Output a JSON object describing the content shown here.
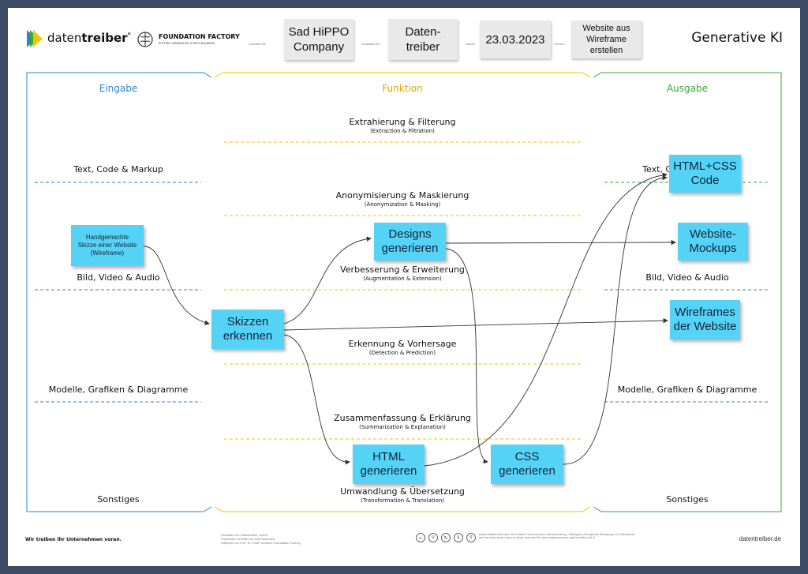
{
  "header": {
    "brand": "datentreiber",
    "brand_prefix": "daten",
    "brand_suffix": "treiber",
    "brand_mark": "*",
    "foundation_title": "FOUNDATION FACTORY",
    "foundation_sub": "PUTTING GENERATIVE AI INTO BUSINESS",
    "gestaltet_fuer_label": "Gestaltet für",
    "gestaltet_fuer": "Sad HiPPO\nCompany",
    "gestaltet_von_label": "Gestaltet von",
    "gestaltet_von": "Daten-\ntreiber",
    "datum_label": "Datum",
    "datum": "23.03.2023",
    "version_label": "Version",
    "version": "Website aus\nWireframe\nerstellen",
    "title": "Generative KI"
  },
  "columns": {
    "eingabe": "Eingabe",
    "funktion": "Funktion",
    "ausgabe": "Ausgabe"
  },
  "categories": {
    "text": "Text, Code & Markup",
    "bild": "Bild, Video & Audio",
    "modelle": "Modelle, Grafiken & Diagramme",
    "sonstiges": "Sonstiges"
  },
  "functions": [
    {
      "title": "Extrahierung & Filterung",
      "sub": "(Extraction & Filtration)"
    },
    {
      "title": "Anonymisierung & Maskierung",
      "sub": "(Anonymization & Masking)"
    },
    {
      "title": "Verbesserung & Erweiterung",
      "sub": "(Augmentation & Extension)"
    },
    {
      "title": "Erkennung & Vorhersage",
      "sub": "(Detection & Prediction)"
    },
    {
      "title": "Zusammenfassung & Erklärung",
      "sub": "(Summarization & Explanation)"
    },
    {
      "title": "Umwandlung & Übersetzung",
      "sub": "(Transformation & Translation)"
    }
  ],
  "stickies": {
    "handgemacht": "Handgemachte\nSkizze einer Website\n(Wireframe)",
    "skizzen": "Skizzen\nerkennen",
    "designs": "Designs\ngenerieren",
    "html": "HTML\ngenerieren",
    "css": "CSS\ngenerieren",
    "htmlcss": "HTML+CSS\nCode",
    "mockups": "Website-\nMockups",
    "wireframes": "Wireframes\nder Website"
  },
  "footer": {
    "slogan": "Wir treiben Ihr Unternehmen voran.",
    "credits_1": "Gestaltet von Datentreiber GmbH",
    "credits_2": "Produziert mit Hilfe von DIN Fachbuch",
    "credits_3": "Inspiriert von Prof. Dr. Peter Gentsch Foundation Factory",
    "license_1": "Dieses Material steht unter der Creative-Commons-Lizenz Namensnennung - Weitergabe unter gleichen Bedingungen 4.0 International.",
    "license_2": "Um eine Kopie dieser Lizenz zu sehen, besuchen Sie http://creativecommons.org/licenses/by-sa/4.0/",
    "cc_icons": [
      "cc",
      "by",
      "sa",
      "nc",
      "zero"
    ],
    "website": "datentreiber.de"
  },
  "colors": {
    "frame": "#3c4a63",
    "eingabe": "#2b86c9",
    "funktion": "#d8a900",
    "ausgabe": "#3aa437",
    "sticky": "#54d3f6",
    "note": "#e9e9e9"
  }
}
